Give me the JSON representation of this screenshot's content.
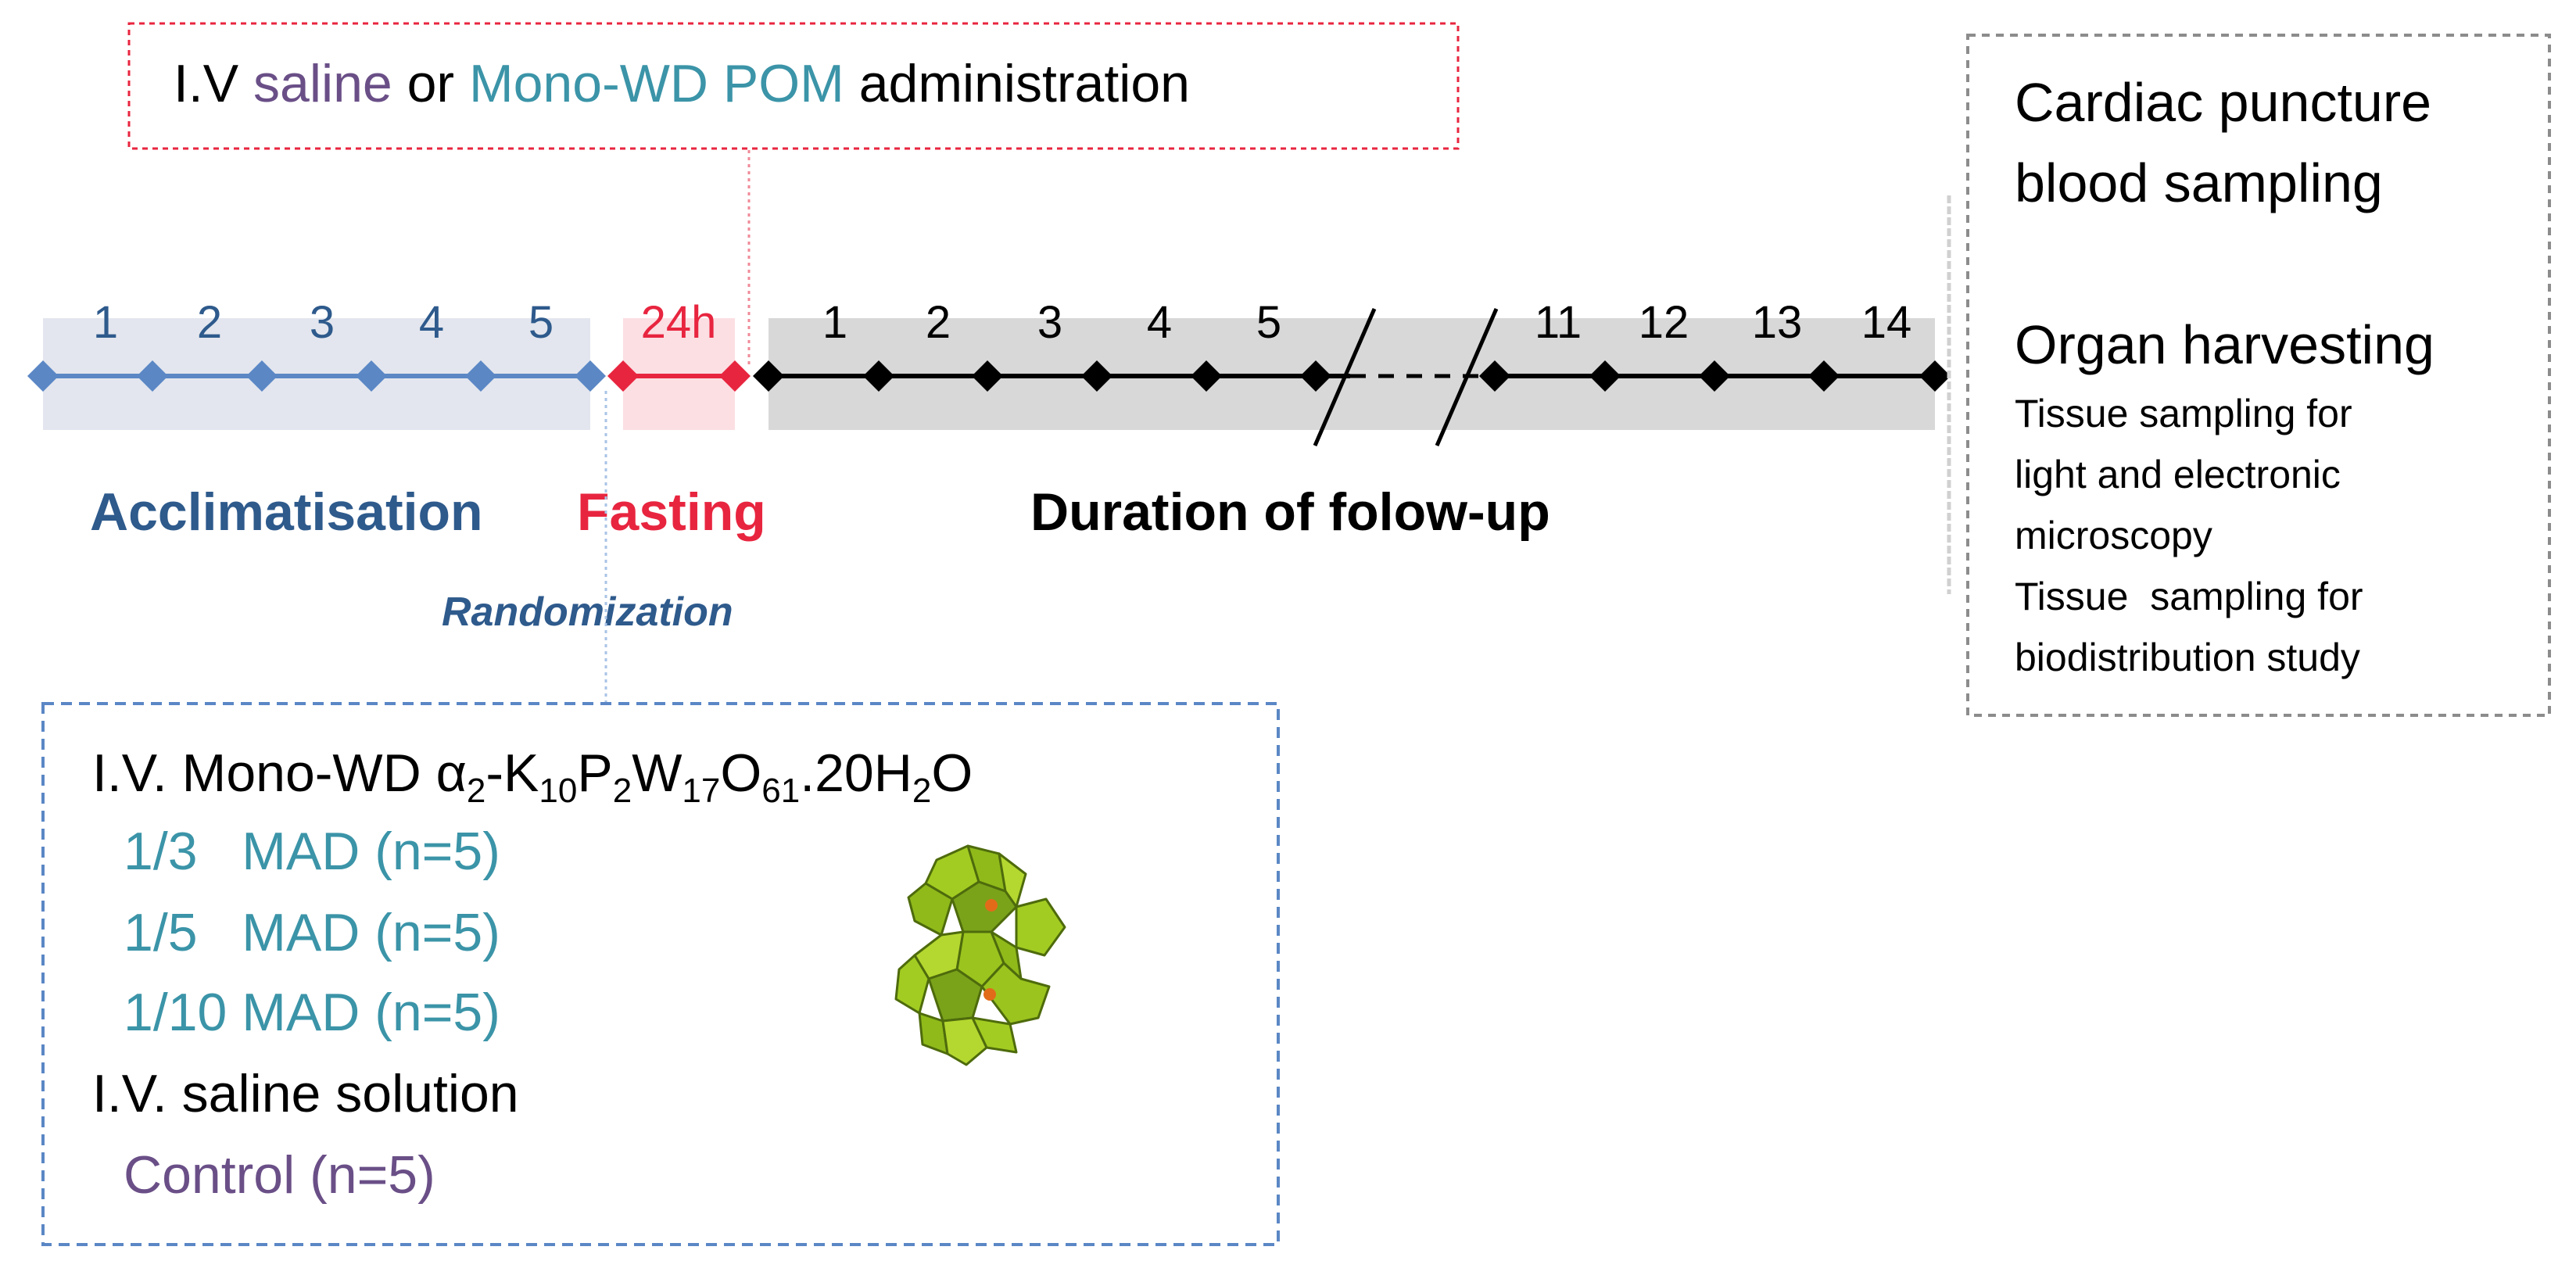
{
  "top_box": {
    "prefix": "I.V ",
    "saline": "saline",
    "middle": " or ",
    "pom": "Mono-WD POM",
    "suffix": " administration"
  },
  "timeline": {
    "acclimatisation_days": [
      "1",
      "2",
      "3",
      "4",
      "5"
    ],
    "fasting_label": "24h",
    "followup_days_a": [
      "1",
      "2",
      "3",
      "4",
      "5"
    ],
    "followup_days_b": [
      "11",
      "12",
      "13",
      "14"
    ]
  },
  "phases": {
    "acclimatisation": "Acclimatisation",
    "fasting": "Fasting",
    "followup": "Duration of folow-up"
  },
  "randomization": "Randomization",
  "treatment_box": {
    "title_prefix": "I.V. Mono-WD α",
    "formula": [
      {
        "t": "2",
        "sub": true
      },
      {
        "t": "-K",
        "sub": false
      },
      {
        "t": "10",
        "sub": true
      },
      {
        "t": "P",
        "sub": false
      },
      {
        "t": "2",
        "sub": true
      },
      {
        "t": "W",
        "sub": false
      },
      {
        "t": "17",
        "sub": true
      },
      {
        "t": "O",
        "sub": false
      },
      {
        "t": "61",
        "sub": true
      },
      {
        "t": ".20H",
        "sub": false
      },
      {
        "t": "2",
        "sub": true
      },
      {
        "t": "O",
        "sub": false
      }
    ],
    "doses": [
      "1/3   MAD (n=5)",
      "1/5   MAD (n=5)",
      "1/10 MAD (n=5)"
    ],
    "saline_title": "I.V. saline solution",
    "control": "Control (n=5)"
  },
  "right_box": {
    "line1": "Cardiac puncture",
    "line2": "blood sampling",
    "organ": "Organ harvesting",
    "details": [
      "Tissue sampling for",
      "light and electronic",
      "microscopy",
      "Tissue  sampling for",
      "biodistribution study"
    ]
  },
  "colors": {
    "blue_dark": "#2e5a8c",
    "blue_marker": "#5b87c5",
    "red": "#e8253f",
    "teal": "#3b94a8",
    "purple": "#6a4f87",
    "black": "#000000",
    "molecule_green": "#8fba1a"
  },
  "icons": [
    "polyoxometalate-molecule-icon"
  ]
}
